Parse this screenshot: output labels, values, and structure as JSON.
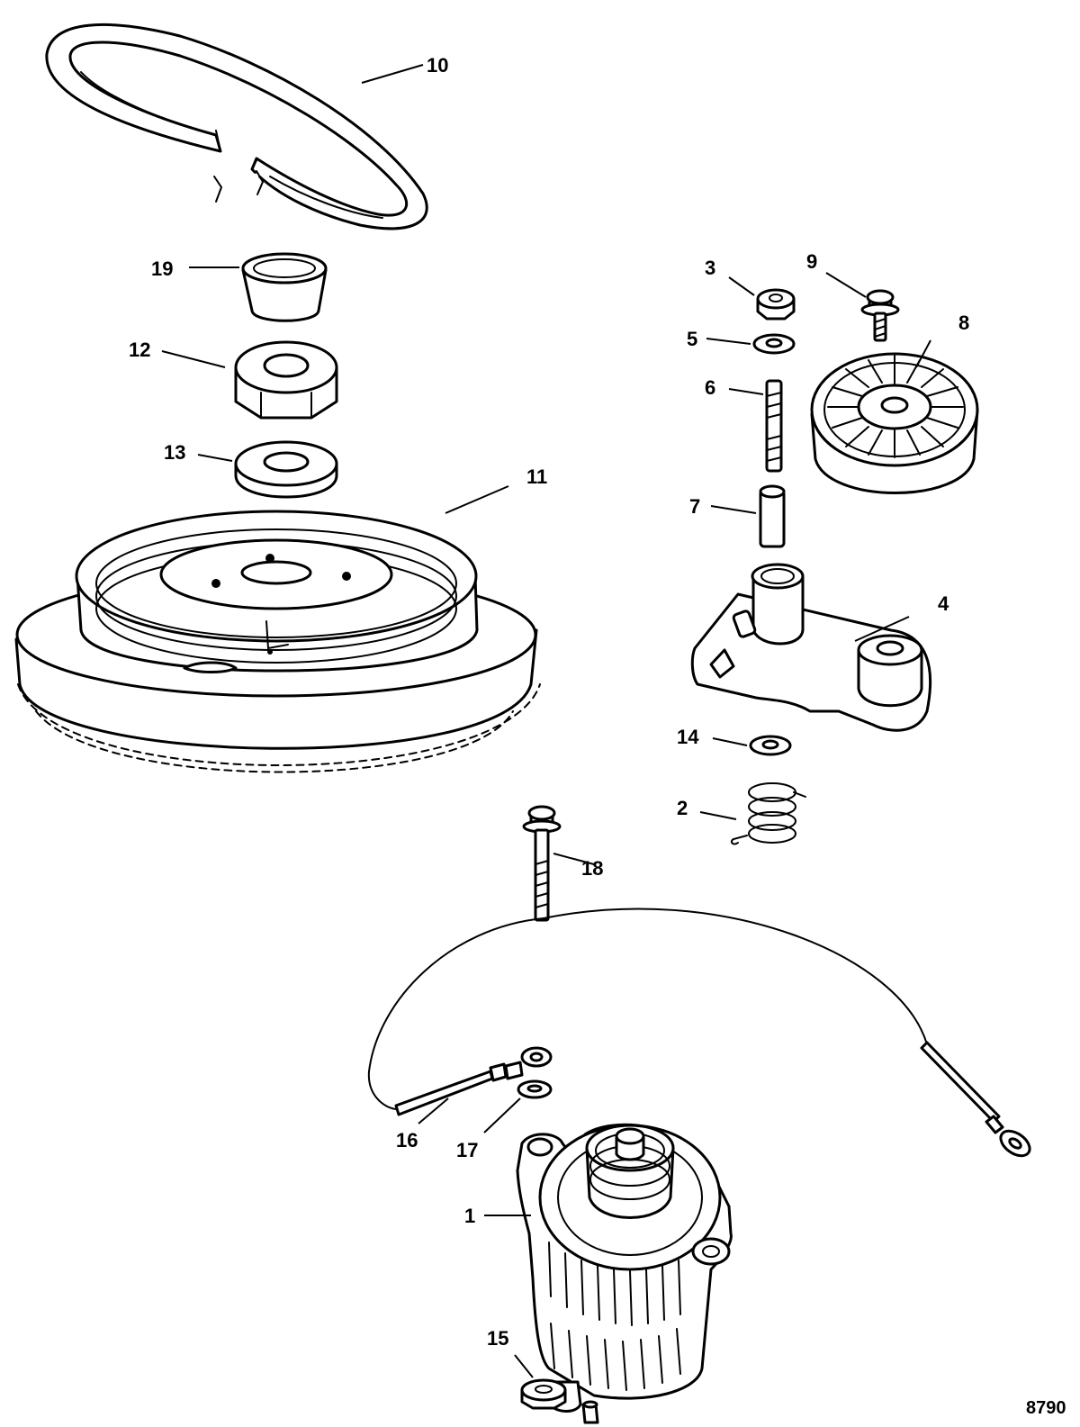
{
  "figure_number": "8790",
  "callouts": [
    "1",
    "2",
    "3",
    "4",
    "5",
    "6",
    "7",
    "8",
    "9",
    "10",
    "11",
    "12",
    "13",
    "14",
    "15",
    "16",
    "17",
    "18",
    "19"
  ]
}
